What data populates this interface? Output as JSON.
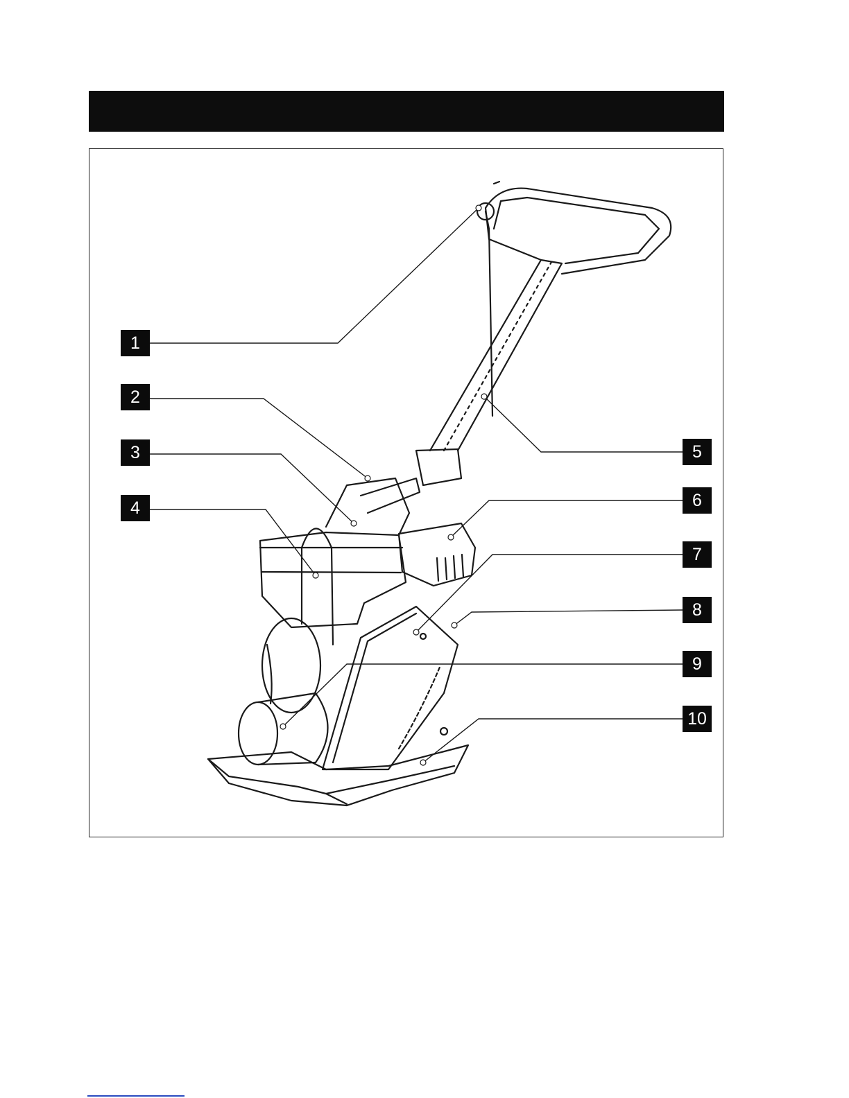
{
  "header": {
    "title": ""
  },
  "figure": {
    "callouts": [
      "1",
      "2",
      "3",
      "4",
      "5",
      "6",
      "7",
      "8",
      "9",
      "10"
    ]
  },
  "colors": {
    "header_bar": "#0d0d0d",
    "callout_box": "#0b0b0b",
    "callout_text": "#ffffff",
    "footer_rule": "#2a4bc0"
  }
}
